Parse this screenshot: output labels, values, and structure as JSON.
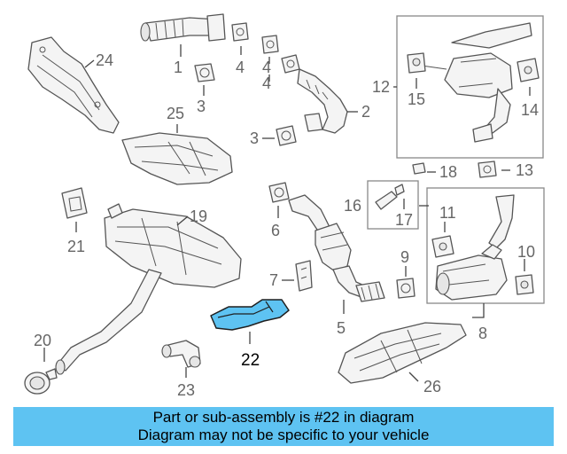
{
  "callouts": {
    "p1": "1",
    "p2": "2",
    "p3a": "3",
    "p3b": "3",
    "p4a": "4",
    "p4b": "4",
    "p4c": "4",
    "p5": "5",
    "p6": "6",
    "p7": "7",
    "p8": "8",
    "p9": "9",
    "p10": "10",
    "p11": "11",
    "p12": "12",
    "p13": "13",
    "p14": "14",
    "p15": "15",
    "p16": "16",
    "p17": "17",
    "p18": "18",
    "p19": "19",
    "p20": "20",
    "p21": "21",
    "p22": "22",
    "p23": "23",
    "p24": "24",
    "p25": "25",
    "p26": "26"
  },
  "highlight": {
    "part_number": "22",
    "color": "#5ec3f2"
  },
  "banner": {
    "line1": "Part or sub-assembly is #22 in diagram",
    "line2": "Diagram may not be specific to your vehicle",
    "background": "#5ec3f2"
  }
}
